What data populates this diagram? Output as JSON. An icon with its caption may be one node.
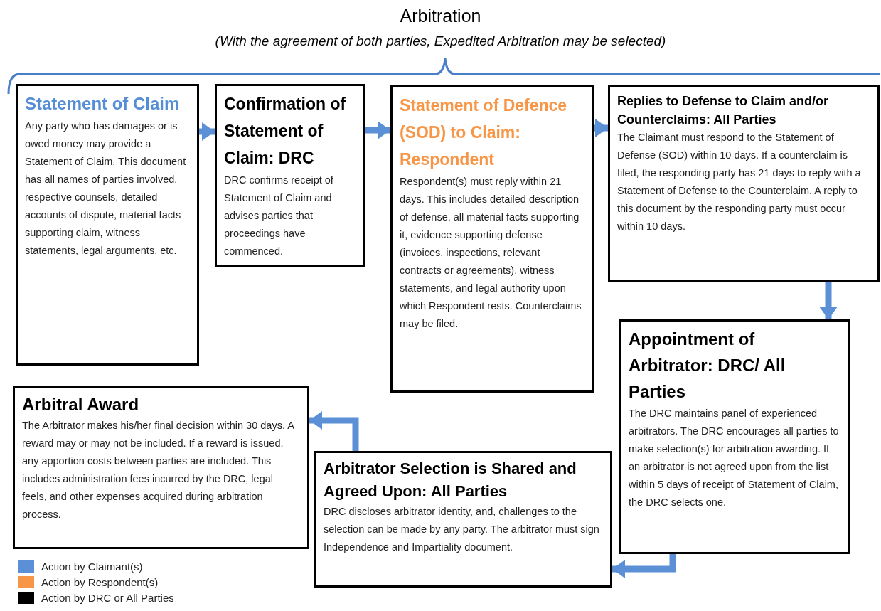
{
  "diagram": {
    "title": "Arbitration",
    "nodes": [
      {
        "text": [
          "Statement of Claim",
          "Any party who has damages or is owed money may provide a Statement of Claim.  This document has all names of parties involved, respective counsels, detailed accounts of dispute, material facts supporting claim, witness statements, legal arguments, etc."
        ]
      },
      {
        "text": [
          "Confirmation of Statement of Claim: DRC",
          "DRC confirms receipt of Statement of Claim and advises parties that proceedings have commenced."
        ]
      },
      {
        "text": [
          "Statement of Defence (SOD)  to Claim: Respondent",
          "Respondent(s) must reply within 21 days. This includes detailed description of defense, all material facts supporting it, evidence supporting defense (invoices, inspections, relevant contracts or agreements), witness statements, and legal authority upon which Respondent rests. Counterclaims may be filed."
        ]
      },
      {
        "text": [
          "Replies to Defense to Claim and/or Counterclaims:  All Parties",
          "The Claimant must respond to the Statement of Defense (SOD) within 10 days.  If a counterclaim is filed, the responding party has 21 days to reply with a Statement of Defense to the Counterclaim.  A reply to this document by the responding party must occur within 10 days."
        ]
      },
      {
        "text": [
          "Appointment of Arbitrator: DRC/ All Parties",
          "The DRC maintains panel of experienced arbitrators.  The DRC encourages all parties to make selection(s) for arbitration awarding.  If an arbitrator is not agreed upon  from the list within 5 days of receipt of Statement of Claim, the DRC selects one."
        ]
      },
      {
        "text": [
          "Arbitrator Selection is Shared and Agreed Upon: All Parties",
          "DRC discloses arbitrator identity, and, challenges to the selection can be made by any party. The arbitrator must sign Independence and Impartiality document."
        ]
      },
      {
        "text": [
          "Arbitral Award",
          "The Arbitrator makes his/her final decision within 30 days. A reward may or may not be included.  If a reward is issued, any apportion costs between parties are included.  This includes administration fees incurred by the DRC, legal feels, and other expenses acquired during arbitration process."
        ]
      }
    ],
    "edges": [
      {
        "from": 0,
        "to": 1,
        "arrow": "to"
      },
      {
        "from": 1,
        "to": 2,
        "arrow": "to"
      },
      {
        "from": 2,
        "to": 3,
        "arrow": "to"
      },
      {
        "from": 3,
        "to": 4,
        "arrow": "to"
      },
      {
        "from": 4,
        "to": 5,
        "arrow": "to"
      },
      {
        "from": 5,
        "to": 6,
        "arrow": "to"
      }
    ],
    "labels": [
      "(With the agreement of both parties, Expedited Arbitration may be selected)"
    ],
    "legend": [
      {
        "text": "Action by Claimant(s)",
        "color": "#5b8fd6"
      },
      {
        "text": "Action by Respondent(s)",
        "color": "#f79646"
      },
      {
        "text": "Action by DRC or All Parties",
        "color": "#000000"
      }
    ]
  }
}
